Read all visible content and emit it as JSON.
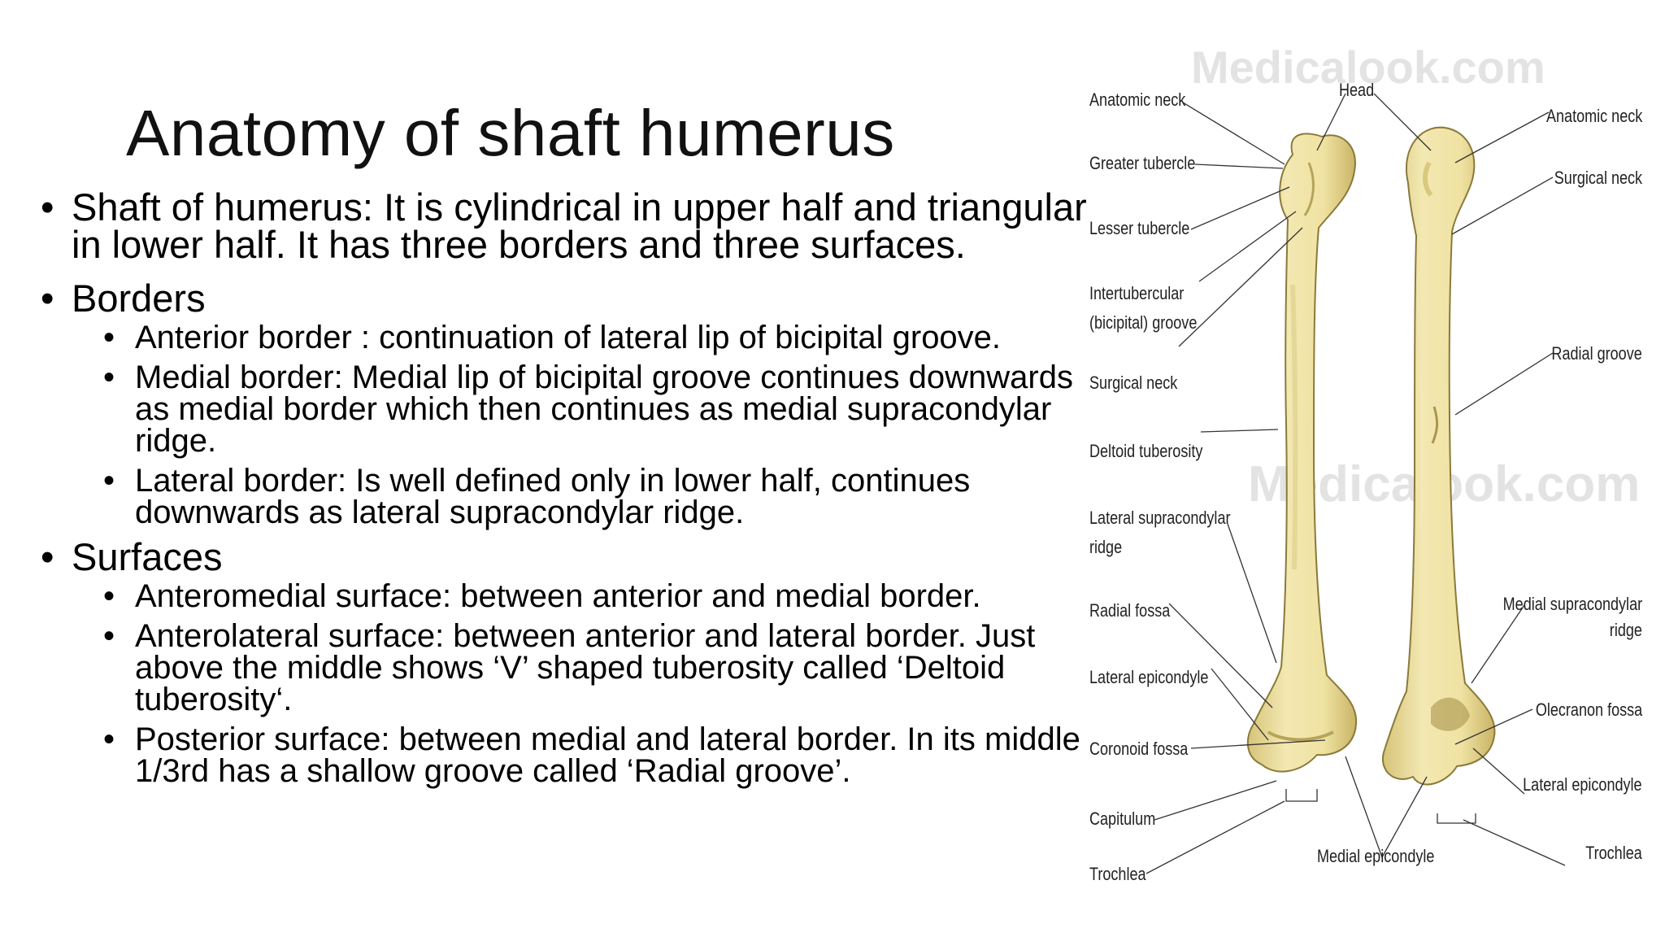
{
  "slide": {
    "title": "Anatomy of  shaft humerus",
    "bullets": {
      "shaft": "Shaft of humerus: It is cylindrical in upper half and triangular in lower half. It has three borders and three surfaces.",
      "borders_heading": "Borders",
      "borders": [
        "Anterior border :  continuation of lateral lip of bicipital groove.",
        "Medial border: Medial lip of bicipital groove continues downwards as medial border which then continues as medial supracondylar ridge.",
        "Lateral border: Is well defined only in lower half, continues downwards as lateral supracondylar ridge."
      ],
      "surfaces_heading": " Surfaces",
      "surfaces": [
        "Anteromedial surface: between anterior and medial border.",
        "Anterolateral surface: between anterior and lateral border. Just above the middle shows ‘V’ shaped tuberosity called ‘Deltoid tuberosity‘.",
        "Posterior surface:  between medial and lateral border. In its middle 1/3rd has a shallow groove called ‘Radial groove’."
      ]
    }
  },
  "figure": {
    "watermark": "Medicalook.com",
    "labels_left": {
      "anatomic_neck": "Anatomic neck",
      "greater_tubercle": "Greater tubercle",
      "lesser_tubercle": "Lesser tubercle",
      "intertubercular_1": "Intertubercular",
      "intertubercular_2": "(bicipital) groove",
      "surgical_neck": "Surgical neck",
      "deltoid_tuberosity": "Deltoid tuberosity",
      "lat_supra_1": "Lateral supracondylar",
      "lat_supra_2": "ridge",
      "radial_fossa": "Radial fossa",
      "lateral_epicondyle": "Lateral epicondyle",
      "coronoid_fossa": "Coronoid fossa",
      "capitulum": "Capitulum",
      "trochlea": "Trochlea"
    },
    "labels_center": {
      "head": "Head",
      "medial_epicondyle": "Medial epicondyle"
    },
    "labels_right": {
      "anatomic_neck": "Anatomic neck",
      "surgical_neck": "Surgical neck",
      "radial_groove": "Radial groove",
      "med_supra_1": "Medial supracondylar",
      "med_supra_2": "ridge",
      "olecranon_fossa": "Olecranon fossa",
      "lateral_epicondyle": "Lateral epicondyle",
      "trochlea": "Trochlea"
    },
    "colors": {
      "bone": "#efe3a6",
      "bone_shadow": "#cdbb6e",
      "bone_outline": "#8a7a3a"
    }
  }
}
